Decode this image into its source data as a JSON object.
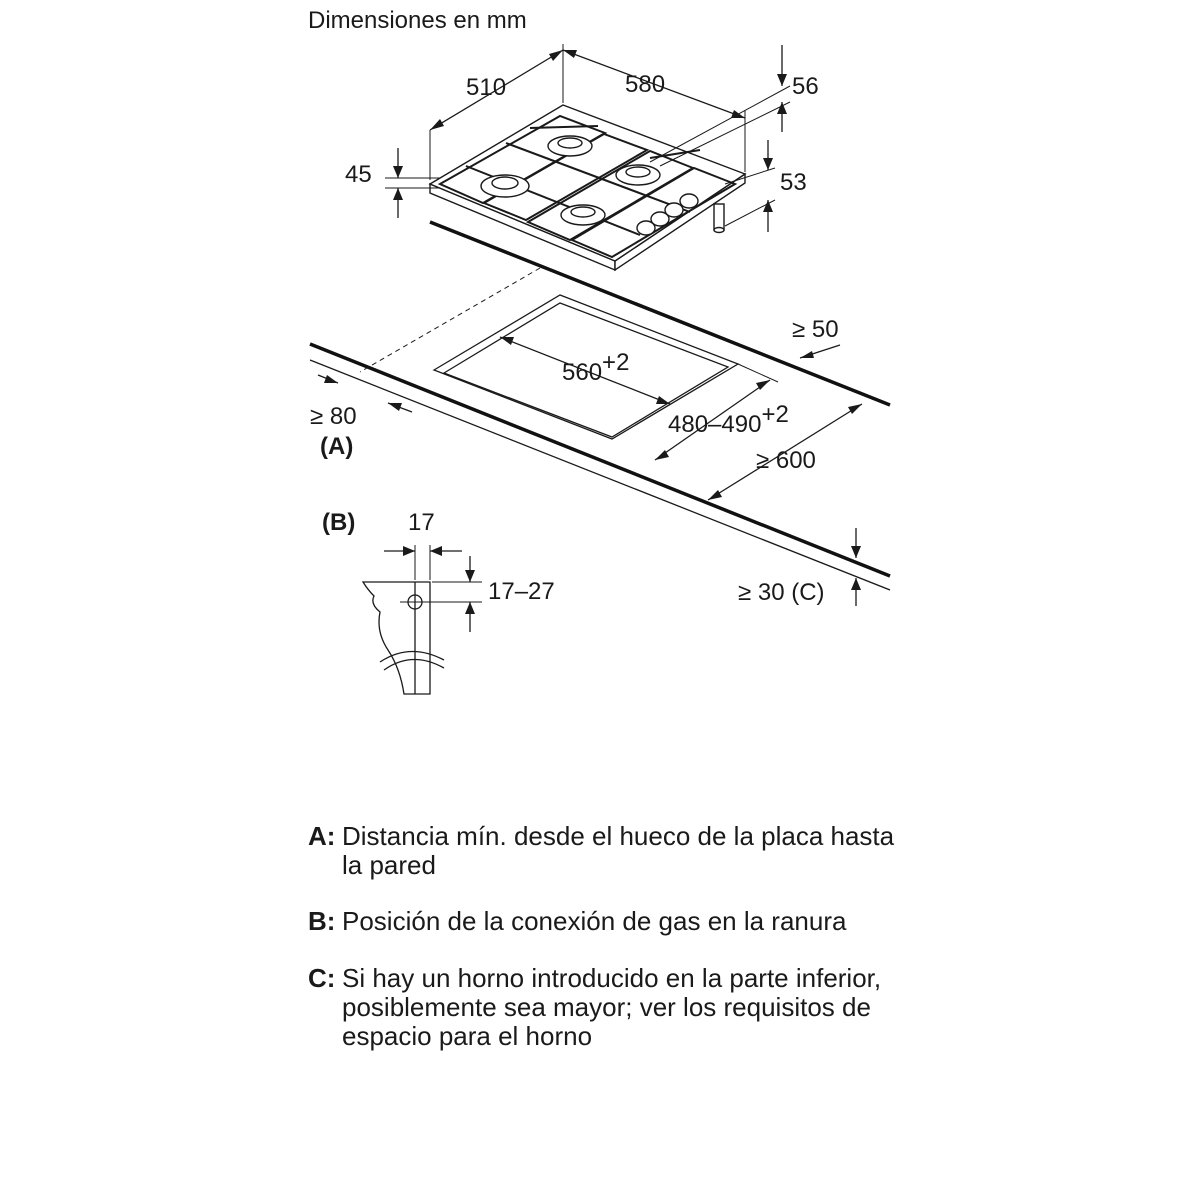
{
  "title": "Dimensiones en mm",
  "dimensions": {
    "width_top": "510",
    "depth_top": "580",
    "height_right": "56",
    "height_left": "45",
    "height_feet": "53",
    "clear_back": "≥ 50",
    "cutout_width": "560",
    "cutout_width_tol": "+2",
    "cutout_depth": "480–490",
    "cutout_depth_tol": "+2",
    "worktop_depth": "≥ 600",
    "wall_distance": "≥ 80",
    "label_a": "(A)",
    "label_b": "(B)",
    "gas_offset": "17",
    "gas_height": "17–27",
    "below_clear": "≥ 30 (C)"
  },
  "legend": [
    {
      "key": "A:",
      "text": "Distancia mín. desde el hueco de la placa hasta la pared"
    },
    {
      "key": "B:",
      "text": "Posición de la conexión de gas en la ranura"
    },
    {
      "key": "C:",
      "text": "Si hay un horno introducido en la parte inferior, posiblemente sea mayor; ver los requisitos de espacio para el horno"
    }
  ]
}
